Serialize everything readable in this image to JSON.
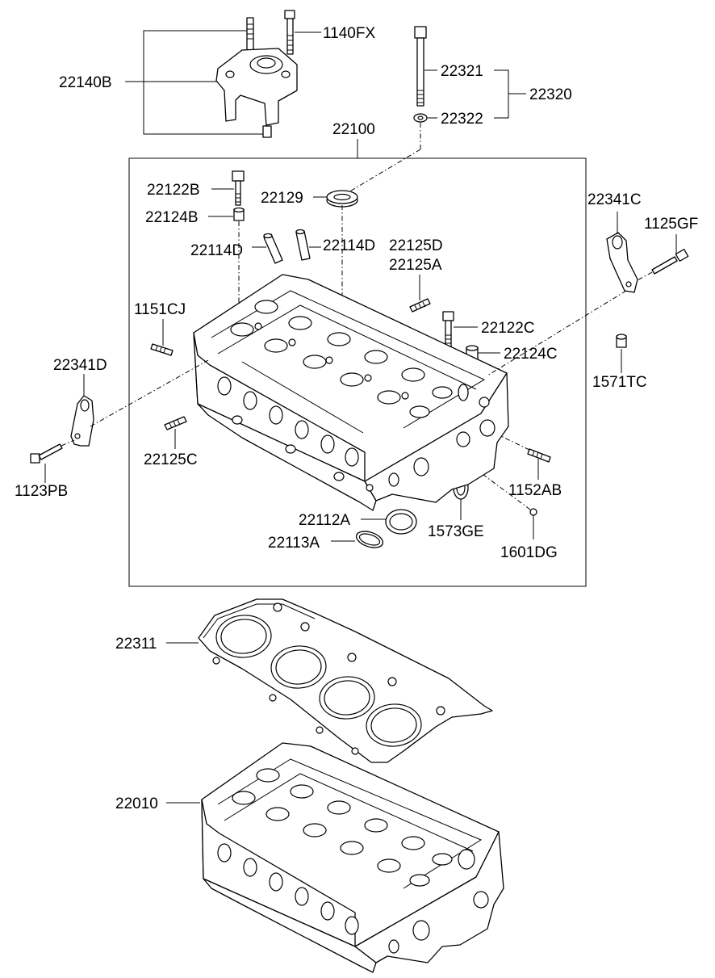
{
  "diagram": {
    "labels": {
      "l1140FX": "1140FX",
      "l22140B": "22140B",
      "l22321": "22321",
      "l22320": "22320",
      "l22322": "22322",
      "l22100": "22100",
      "l22122B": "22122B",
      "l22129": "22129",
      "l22124B": "22124B",
      "l22114D_a": "22114D",
      "l22114D_b": "22114D",
      "l22125D": "22125D",
      "l22125A": "22125A",
      "l22341C": "22341C",
      "l1125GF": "1125GF",
      "l1151CJ": "1151CJ",
      "l22122C": "22122C",
      "l22124C": "22124C",
      "l22341D": "22341D",
      "l1571TC": "1571TC",
      "l22125C": "22125C",
      "l1123PB": "1123PB",
      "l1152AB": "1152AB",
      "l22112A": "22112A",
      "l1573GE": "1573GE",
      "l22113A": "22113A",
      "l1601DG": "1601DG",
      "l22311": "22311",
      "l22010": "22010"
    }
  }
}
